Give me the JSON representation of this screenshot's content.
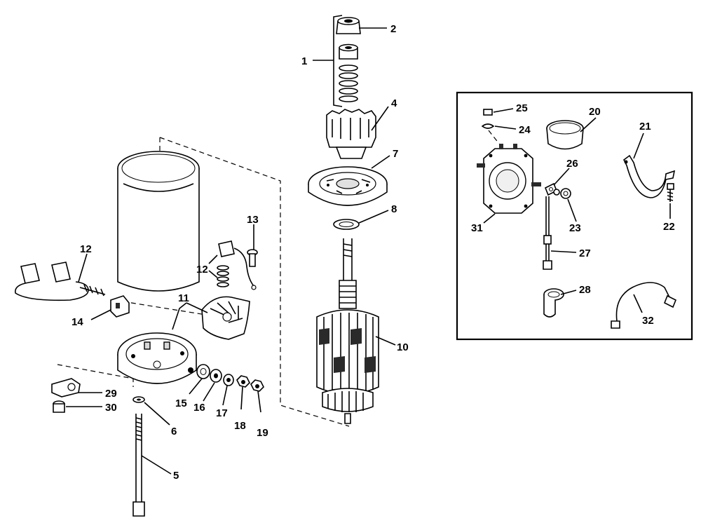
{
  "diagram": {
    "callouts": [
      {
        "id": "c1",
        "text": "1"
      },
      {
        "id": "c2",
        "text": "2"
      },
      {
        "id": "c4",
        "text": "4"
      },
      {
        "id": "c5",
        "text": "5"
      },
      {
        "id": "c6",
        "text": "6"
      },
      {
        "id": "c7",
        "text": "7"
      },
      {
        "id": "c8",
        "text": "8"
      },
      {
        "id": "c10",
        "text": "10"
      },
      {
        "id": "c11",
        "text": "11"
      },
      {
        "id": "c12a",
        "text": "12"
      },
      {
        "id": "c12b",
        "text": "12"
      },
      {
        "id": "c13",
        "text": "13"
      },
      {
        "id": "c14",
        "text": "14"
      },
      {
        "id": "c15",
        "text": "15"
      },
      {
        "id": "c16",
        "text": "16"
      },
      {
        "id": "c17",
        "text": "17"
      },
      {
        "id": "c18",
        "text": "18"
      },
      {
        "id": "c19",
        "text": "19"
      },
      {
        "id": "c20",
        "text": "20"
      },
      {
        "id": "c21",
        "text": "21"
      },
      {
        "id": "c22",
        "text": "22"
      },
      {
        "id": "c23",
        "text": "23"
      },
      {
        "id": "c24",
        "text": "24"
      },
      {
        "id": "c25",
        "text": "25"
      },
      {
        "id": "c26",
        "text": "26"
      },
      {
        "id": "c27",
        "text": "27"
      },
      {
        "id": "c28",
        "text": "28"
      },
      {
        "id": "c29",
        "text": "29"
      },
      {
        "id": "c30",
        "text": "30"
      },
      {
        "id": "c31",
        "text": "31"
      },
      {
        "id": "c32",
        "text": "32"
      }
    ],
    "colors": {
      "ink": "#000000",
      "paper": "#ffffff"
    }
  }
}
